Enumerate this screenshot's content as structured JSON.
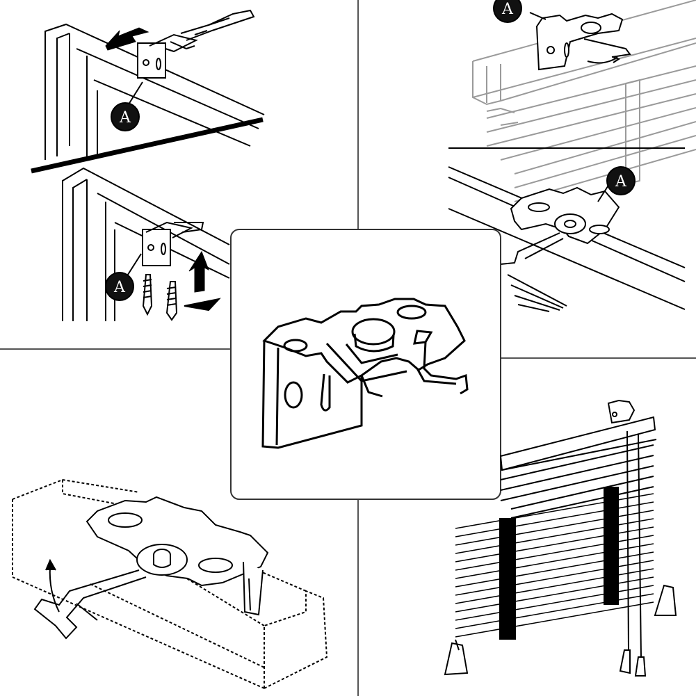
{
  "panels": {
    "top_left": {
      "callout_upper": "A",
      "callout_lower": "A"
    },
    "top_right": {
      "callout_upper": "A",
      "callout_lower": "A"
    },
    "center": {},
    "bottom_left": {},
    "bottom_right": {}
  },
  "colors": {
    "line": "#000000",
    "faded": "#9a9a9a",
    "background": "#ffffff",
    "badge": "#111111"
  }
}
